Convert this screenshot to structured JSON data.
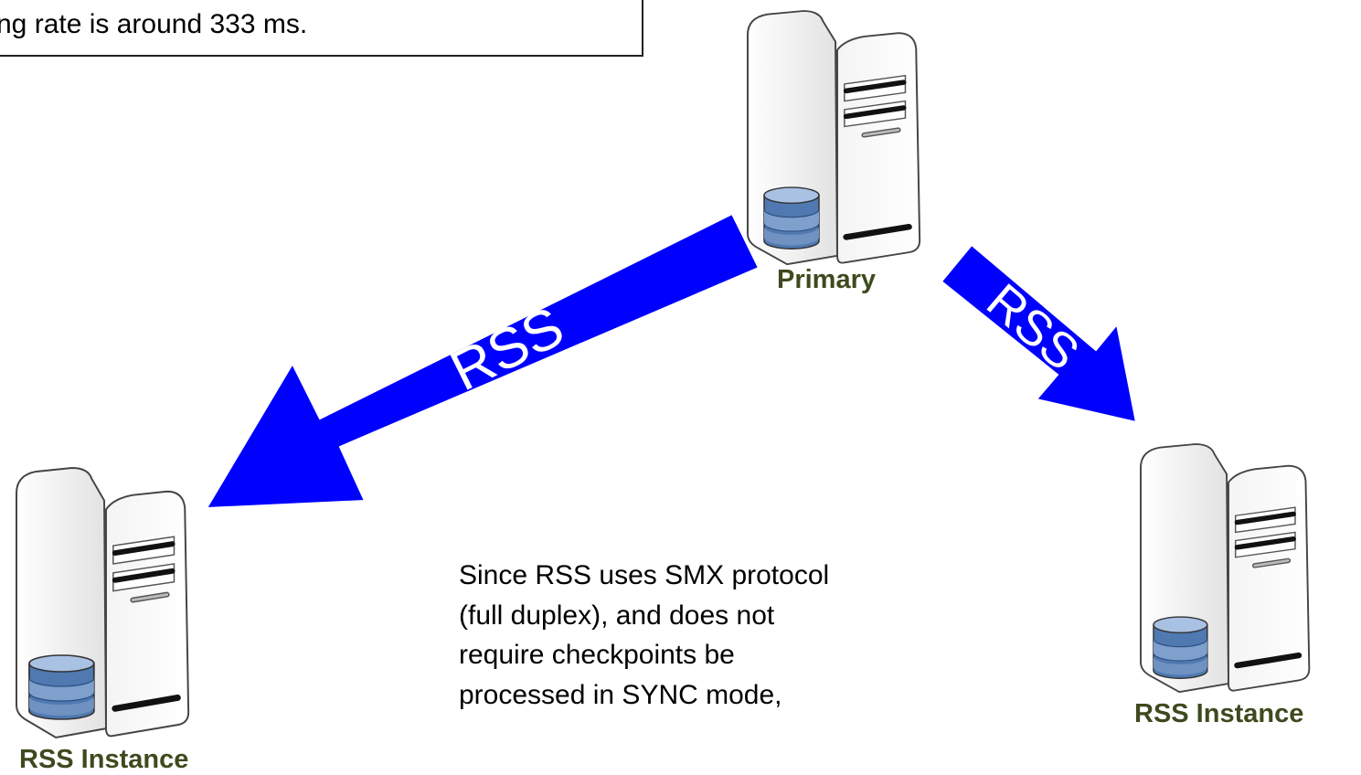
{
  "callout": {
    "text": "ng rate is around 333 ms."
  },
  "nodes": {
    "primary": {
      "label": "Primary"
    },
    "rss_left": {
      "label": "RSS Instance"
    },
    "rss_right": {
      "label": "RSS Instance"
    }
  },
  "arrows": {
    "left": {
      "label": "RSS"
    },
    "right": {
      "label": "RSS"
    }
  },
  "note": {
    "lines": [
      "Since RSS uses SMX protocol",
      "(full duplex), and  does not",
      "require checkpoints  be",
      "processed in SYNC mode,"
    ]
  },
  "colors": {
    "arrow": "#0000ff",
    "label": "#3d4a1e",
    "db": "#4f79b0"
  }
}
